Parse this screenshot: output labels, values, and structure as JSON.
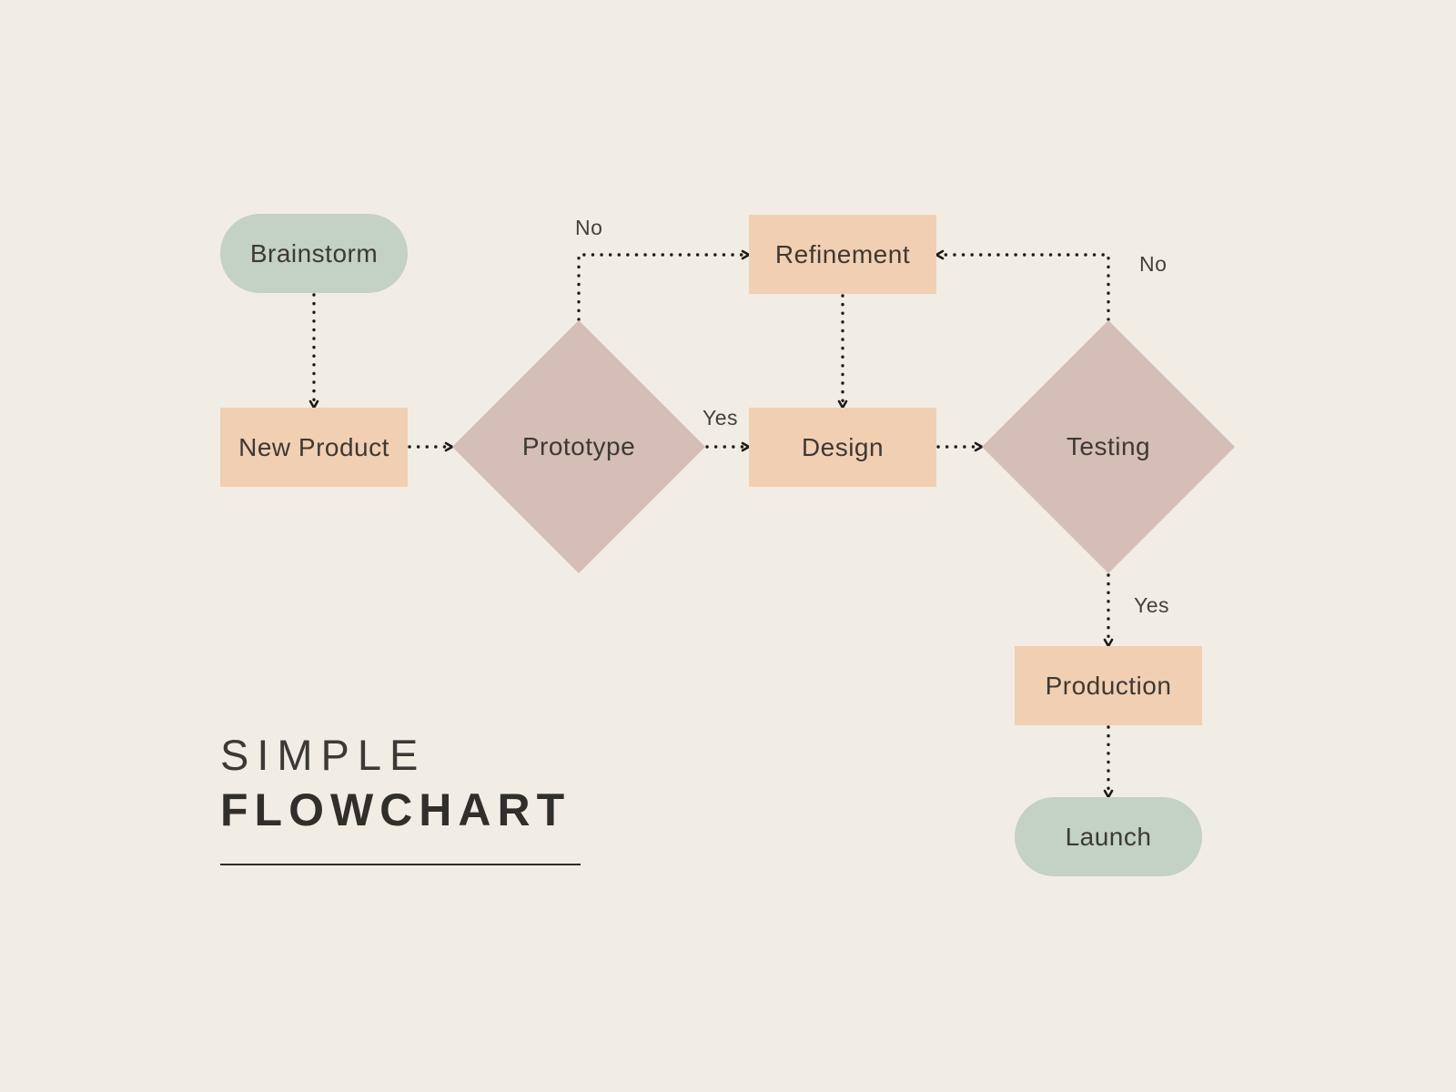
{
  "title": {
    "line1": "SIMPLE",
    "line2": "FLOWCHART"
  },
  "colors": {
    "background": "#f2ede4",
    "terminal_fill": "#c4d1c5",
    "process_fill": "#f1cfb2",
    "decision_fill": "#d5beb5",
    "node_text": "#3e3933",
    "title_text": "#312f2b",
    "arrow": "#1c1b19"
  },
  "nodes": [
    {
      "id": "brainstorm",
      "label": "Brainstorm",
      "type": "terminal"
    },
    {
      "id": "new-product",
      "label": "New Product",
      "type": "process"
    },
    {
      "id": "prototype",
      "label": "Prototype",
      "type": "decision"
    },
    {
      "id": "refinement",
      "label": "Refinement",
      "type": "process"
    },
    {
      "id": "design",
      "label": "Design",
      "type": "process"
    },
    {
      "id": "testing",
      "label": "Testing",
      "type": "decision"
    },
    {
      "id": "production",
      "label": "Production",
      "type": "process"
    },
    {
      "id": "launch",
      "label": "Launch",
      "type": "terminal"
    }
  ],
  "edge_labels": {
    "prototype_no": "No",
    "prototype_yes": "Yes",
    "testing_no": "No",
    "testing_yes": "Yes"
  },
  "edges": [
    {
      "from": "Brainstorm",
      "to": "New Product",
      "label": ""
    },
    {
      "from": "New Product",
      "to": "Prototype",
      "label": ""
    },
    {
      "from": "Prototype",
      "to": "Refinement",
      "label": "No"
    },
    {
      "from": "Prototype",
      "to": "Design",
      "label": "Yes"
    },
    {
      "from": "Refinement",
      "to": "Design",
      "label": ""
    },
    {
      "from": "Design",
      "to": "Testing",
      "label": ""
    },
    {
      "from": "Testing",
      "to": "Refinement",
      "label": "No"
    },
    {
      "from": "Testing",
      "to": "Production",
      "label": "Yes"
    },
    {
      "from": "Production",
      "to": "Launch",
      "label": ""
    }
  ]
}
